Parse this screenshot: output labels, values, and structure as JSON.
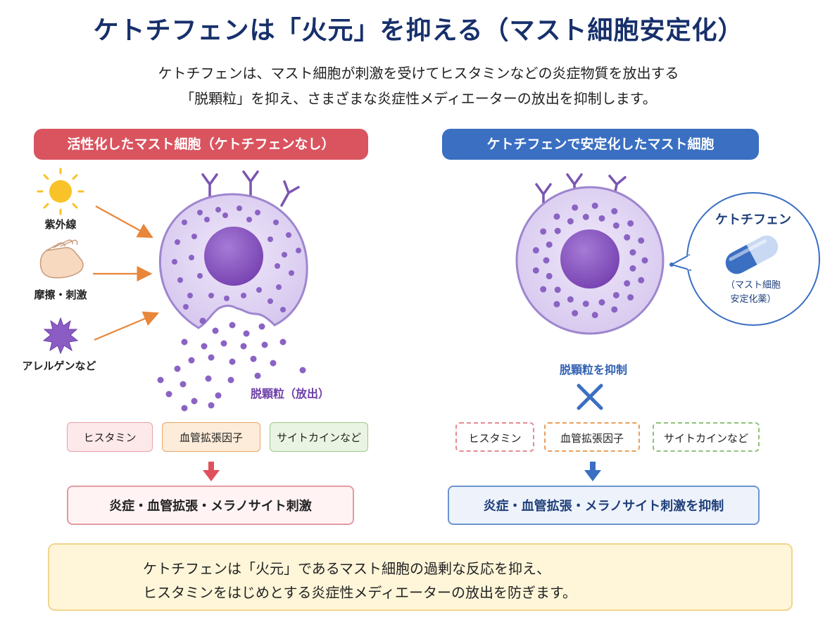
{
  "title": "ケトチフェンは「火元」を抑える（マスト細胞安定化）",
  "intro": [
    "ケトチフェンは、マスト細胞が刺激を受けてヒスタミンなどの炎症物質を放出する",
    "「脱顆粒」を抑え、さまざまな炎症性メディエーターの放出を抑制します。"
  ],
  "left_panel": {
    "header": "活性化したマスト細胞（ケトチフェンなし）",
    "triggers": [
      {
        "label": "紫外線",
        "icon": "sun-icon"
      },
      {
        "label": "摩擦・刺激",
        "icon": "hand-icon"
      },
      {
        "label": "アレルゲンなど",
        "icon": "allergen-icon"
      }
    ],
    "degranulation_label": "脱顆粒（放出）",
    "mediators": [
      "ヒスタミン",
      "血管拡張因子",
      "サイトカインなど"
    ],
    "result": "炎症・血管拡張・メラノサイト刺激"
  },
  "right_panel": {
    "header": "ケトチフェンで安定化したマスト細胞",
    "bubble_title": "ケトチフェン",
    "bubble_sub": [
      "（マスト細胞",
      "安定化薬）"
    ],
    "suppress_label": "脱顆粒を抑制",
    "mediators": [
      "ヒスタミン",
      "血管拡張因子",
      "サイトカインなど"
    ],
    "result": "炎症・血管拡張・メラノサイト刺激を抑制"
  },
  "callout": [
    "ケトチフェンは「火元」であるマスト細胞の過剰な反応を抑え、",
    "ヒスタミンをはじめとする炎症性メディエーターの放出を防ぎます。"
  ],
  "colors": {
    "title": "#17306b",
    "left_accent": "#d9545f",
    "right_accent": "#3a6fc2",
    "cell_fill": "#e4daf3",
    "granule": "#8a63c4",
    "nucleus": "#8b55c0"
  }
}
